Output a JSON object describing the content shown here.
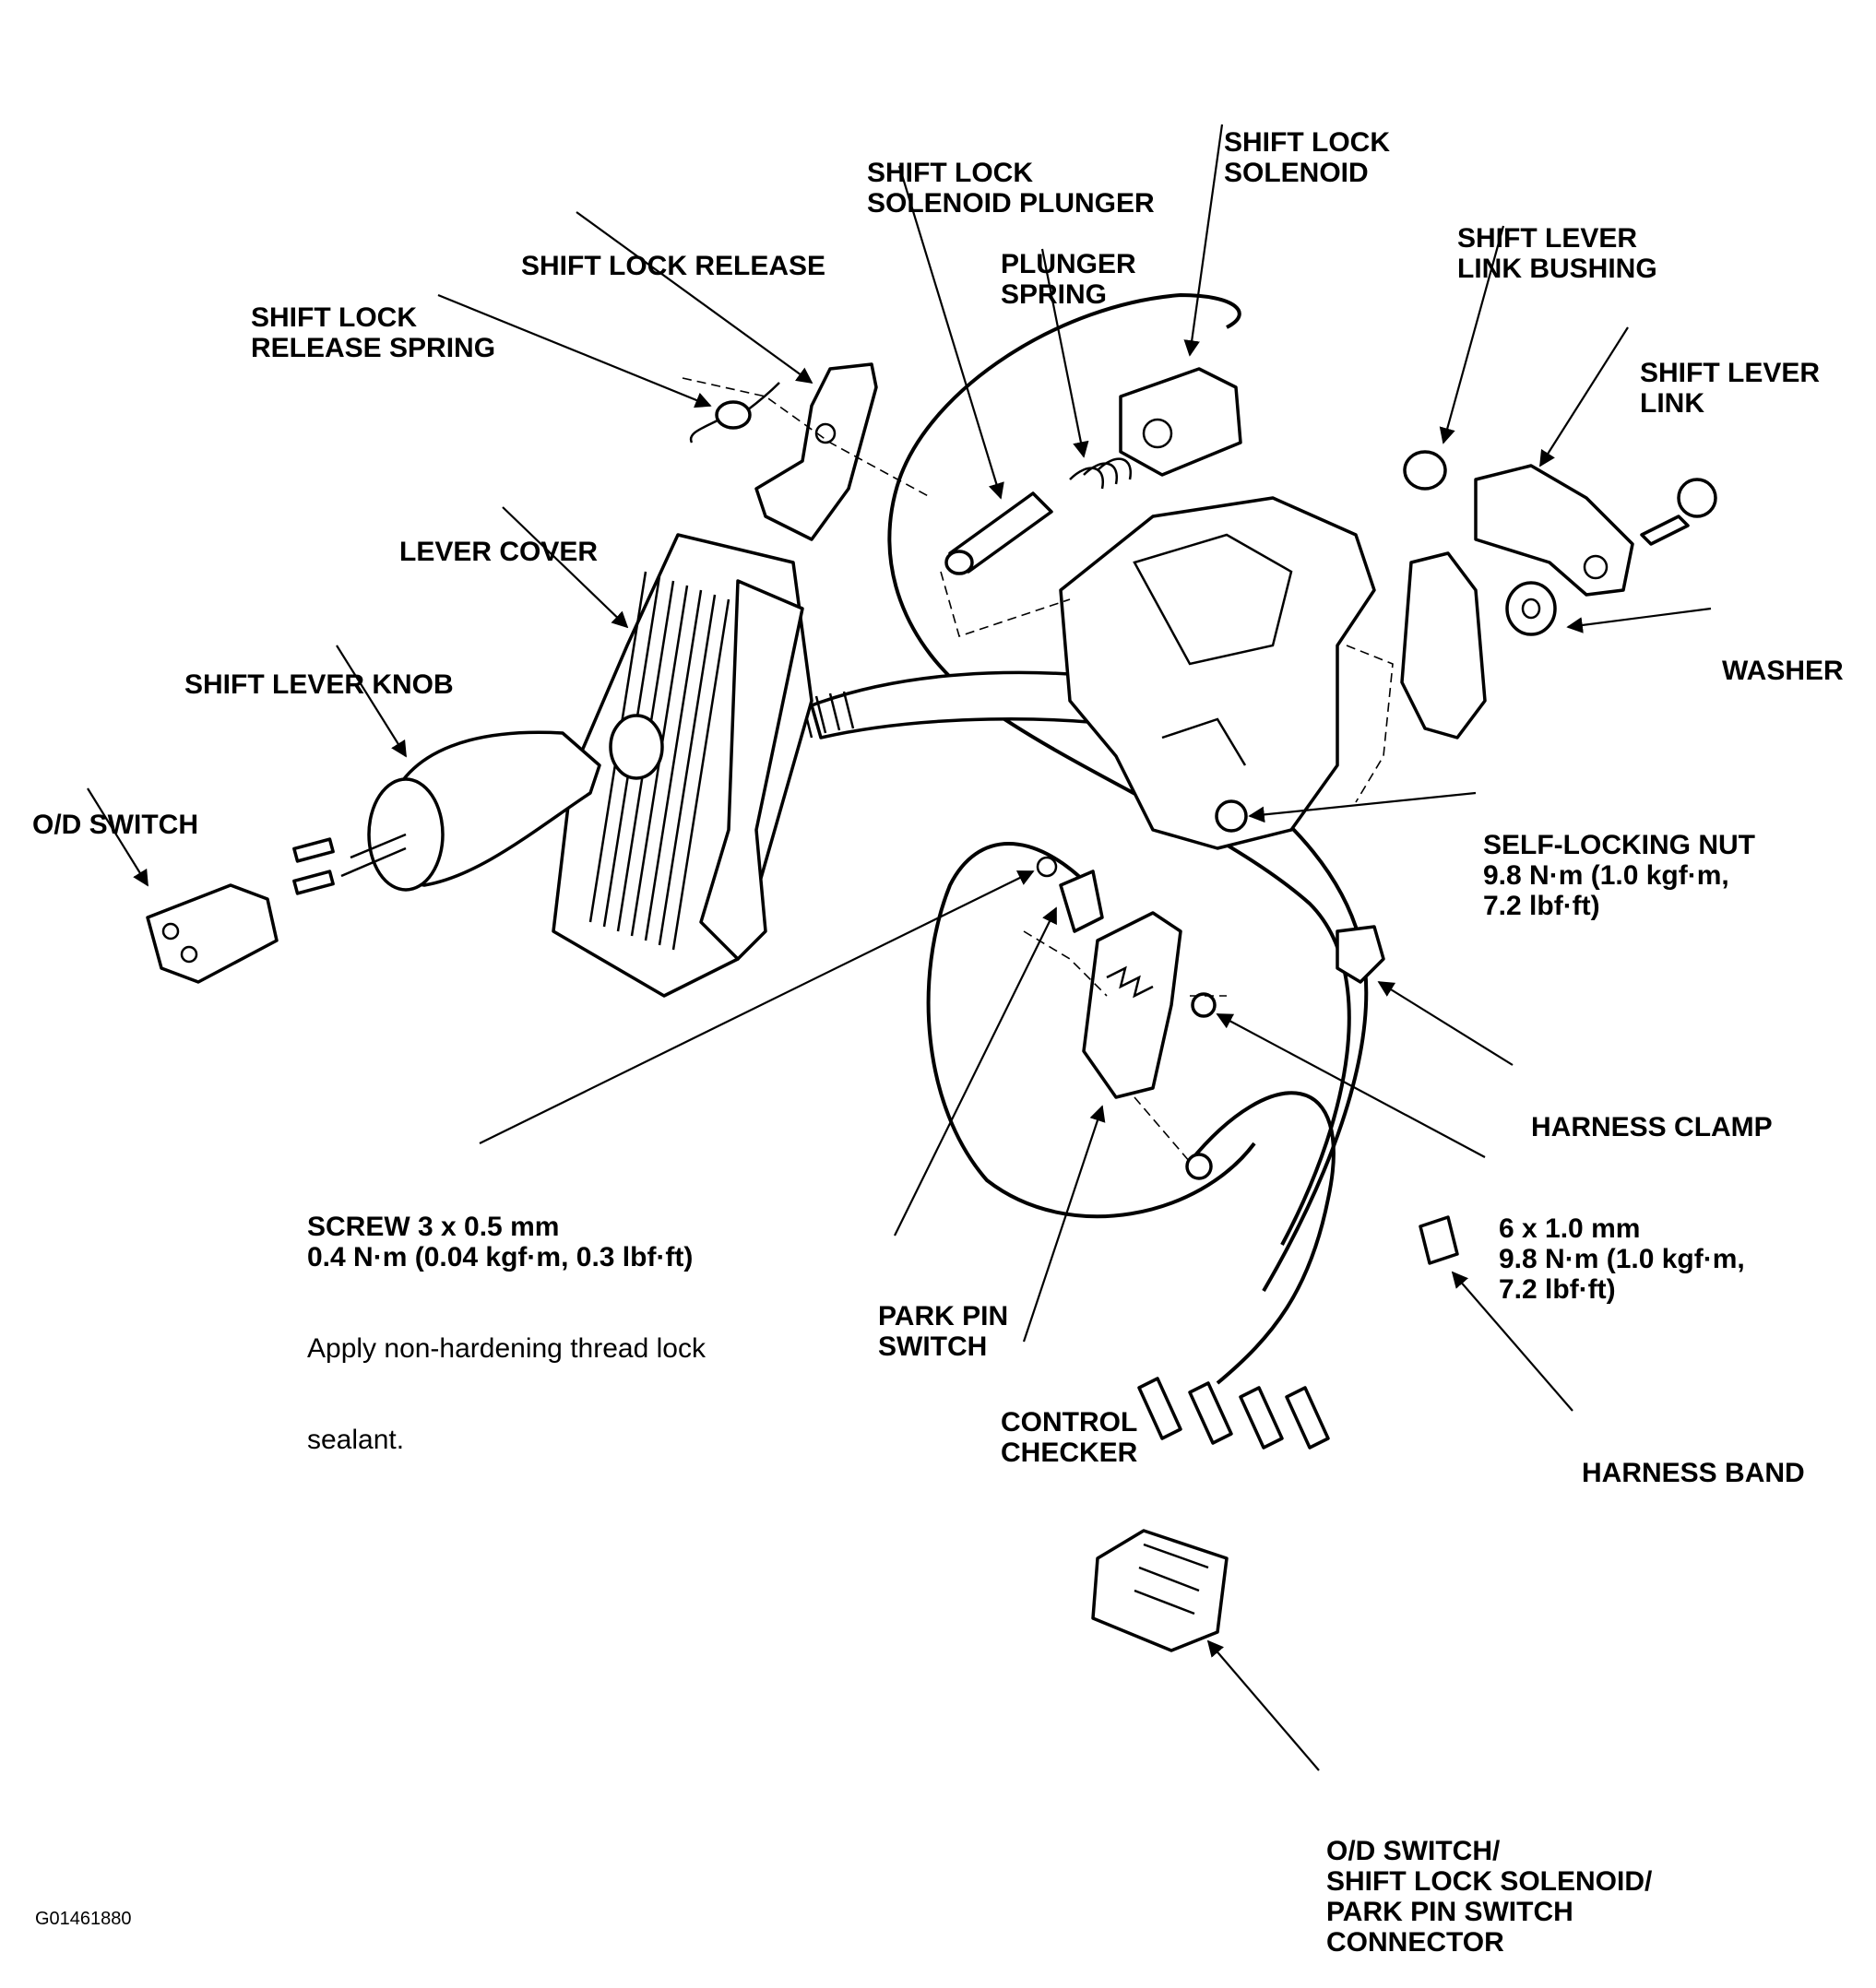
{
  "labels": {
    "shift_lock_solenoid_plunger": [
      "SHIFT LOCK",
      "SOLENOID PLUNGER"
    ],
    "shift_lock_solenoid": [
      "SHIFT LOCK",
      "SOLENOID"
    ],
    "shift_lock_release": [
      "SHIFT LOCK RELEASE"
    ],
    "plunger_spring": [
      "PLUNGER",
      "SPRING"
    ],
    "shift_lever_link_bushing": [
      "SHIFT LEVER",
      "LINK BUSHING"
    ],
    "shift_lock_release_spring": [
      "SHIFT LOCK",
      "RELEASE SPRING"
    ],
    "shift_lever_link": [
      "SHIFT LEVER",
      "LINK"
    ],
    "lever_cover": [
      "LEVER COVER"
    ],
    "washer": [
      "WASHER"
    ],
    "shift_lever_knob": [
      "SHIFT LEVER KNOB"
    ],
    "od_switch": [
      "O/D SWITCH"
    ],
    "self_locking_nut": [
      "SELF-LOCKING NUT",
      "9.8 N·m (1.0 kgf·m,",
      "7.2 lbf·ft)"
    ],
    "harness_clamp": [
      "HARNESS CLAMP"
    ],
    "screw": [
      "SCREW 3 x 0.5 mm",
      "0.4 N·m (0.04 kgf·m, 0.3 lbf·ft)"
    ],
    "screw_note": [
      "Apply non-hardening thread lock",
      "sealant."
    ],
    "bolt_6x1": [
      "6 x 1.0 mm",
      "9.8 N·m (1.0 kgf·m,",
      "7.2 lbf·ft)"
    ],
    "park_pin_switch": [
      "PARK PIN",
      "SWITCH"
    ],
    "control_checker": [
      "CONTROL",
      "CHECKER"
    ],
    "harness_band": [
      "HARNESS BAND"
    ],
    "connector": [
      "O/D SWITCH/",
      "SHIFT LOCK SOLENOID/",
      "PARK PIN SWITCH",
      "CONNECTOR"
    ]
  },
  "figure_id": "G01461880"
}
